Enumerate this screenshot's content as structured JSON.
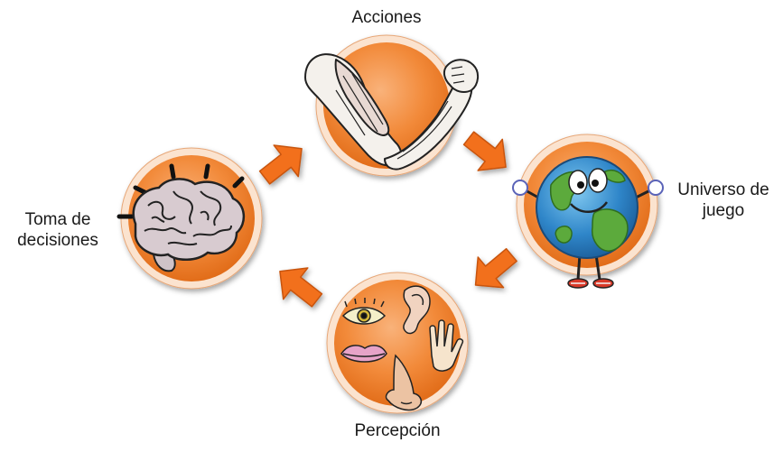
{
  "nodes": {
    "actions": {
      "label": "Acciones",
      "icon": "flexed-arm-icon"
    },
    "world": {
      "label_line1": "Universo de",
      "label_line2": "juego",
      "icon": "cartoon-earth-icon"
    },
    "perception": {
      "label": "Percepción",
      "icon": "sense-organs-icon"
    },
    "decisions": {
      "label_line1": "Toma de",
      "label_line2": "decisiones",
      "icon": "brain-icon"
    }
  },
  "colors": {
    "circle_fill": "#f07c28",
    "circle_light": "#f9b27a",
    "circle_ring": "#fbe3cf",
    "arrow_fill": "#f26f1e",
    "arrow_stroke": "#c85410"
  }
}
